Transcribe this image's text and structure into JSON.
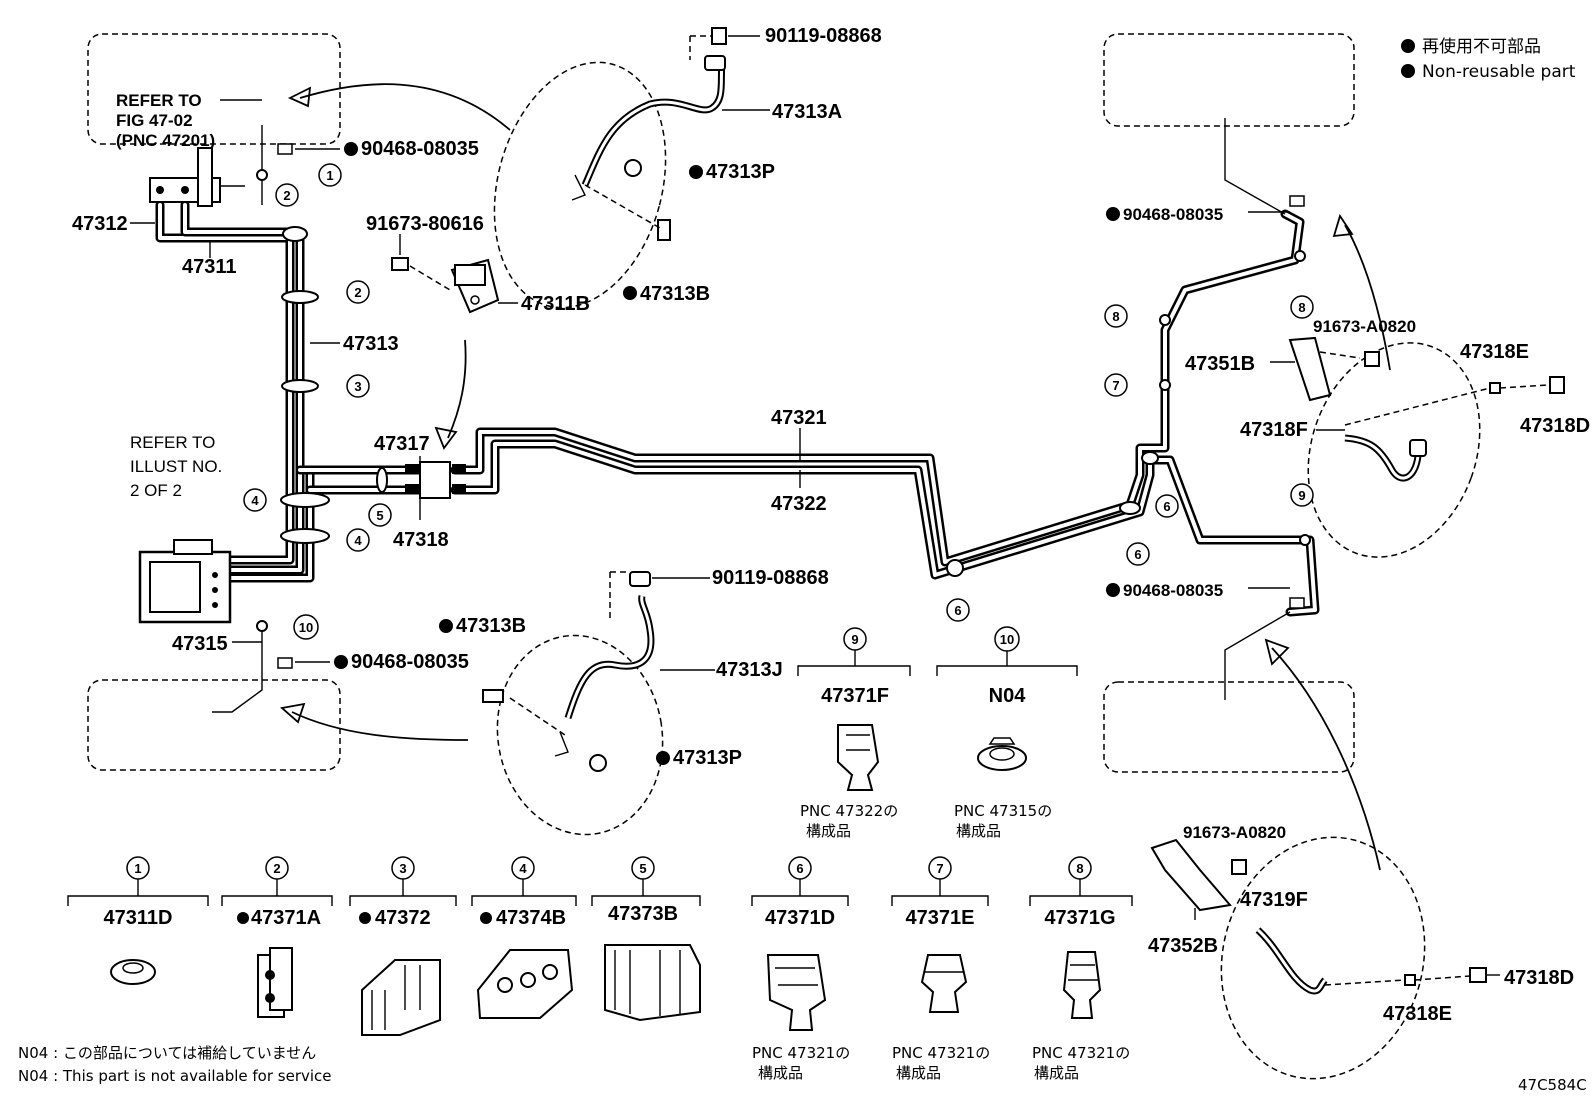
{
  "legend": {
    "jp": "再使用不可部品",
    "en": "Non-reusable part"
  },
  "refer_fig": {
    "line1": "REFER TO",
    "line2": "FIG 47-02",
    "line3": "(PNC 47201)"
  },
  "refer_illust": {
    "line1": "REFER TO",
    "line2": "ILLUST NO.",
    "line3": "2 OF 2"
  },
  "callouts": {
    "p90119_top": "90119-08868",
    "p47313A": "47313A",
    "p47313P_top": "47313P",
    "p47313B_top": "47313B",
    "p90468_a": "90468-08035",
    "p47312": "47312",
    "p47311": "47311",
    "p91673_80616": "91673-80616",
    "p47311B": "47311B",
    "p47313": "47313",
    "p47317": "47317",
    "p47318": "47318",
    "p47321": "47321",
    "p47322": "47322",
    "p47315": "47315",
    "p90468_b": "90468-08035",
    "p47313B_bot": "47313B",
    "p90119_bot": "90119-08868",
    "p47313J": "47313J",
    "p47313P_bot": "47313P",
    "p90468_c": "90468-08035",
    "p91673_A0820_a": "91673-A0820",
    "p47351B": "47351B",
    "p47318E_a": "47318E",
    "p47318F": "47318F",
    "p47318D_a": "47318D",
    "p90468_d": "90468-08035",
    "p91673_A0820_b": "91673-A0820",
    "p47319F": "47319F",
    "p47352B": "47352B",
    "p47318D_b": "47318D",
    "p47318E_b": "47318E"
  },
  "circle_numbers": [
    "1",
    "2",
    "3",
    "4",
    "5",
    "6",
    "7",
    "8",
    "9",
    "10"
  ],
  "kits": [
    {
      "num": "9",
      "part": "47371F",
      "note1": "PNC 47322の",
      "note2": "構成品"
    },
    {
      "num": "10",
      "part": "N04",
      "note1": "PNC 47315の",
      "note2": "構成品"
    }
  ],
  "bottom_parts": [
    {
      "num": "1",
      "part": "47311D",
      "nonreusable": false,
      "note1": "",
      "note2": ""
    },
    {
      "num": "2",
      "part": "47371A",
      "nonreusable": true,
      "note1": "",
      "note2": ""
    },
    {
      "num": "3",
      "part": "47372",
      "nonreusable": true,
      "note1": "",
      "note2": ""
    },
    {
      "num": "4",
      "part": "47374B",
      "nonreusable": true,
      "note1": "",
      "note2": ""
    },
    {
      "num": "5",
      "part": "47373B",
      "nonreusable": false,
      "note1": "",
      "note2": ""
    },
    {
      "num": "6",
      "part": "47371D",
      "nonreusable": false,
      "note1": "PNC 47321の",
      "note2": "構成品"
    },
    {
      "num": "7",
      "part": "47371E",
      "nonreusable": false,
      "note1": "PNC 47321の",
      "note2": "構成品"
    },
    {
      "num": "8",
      "part": "47371G",
      "nonreusable": false,
      "note1": "PNC 47321の",
      "note2": "構成品"
    }
  ],
  "footnotes": {
    "jp": "N04 :  この部品については補給していません",
    "en": "N04 :   This part is not available for service"
  },
  "figure_code": "47C584C"
}
